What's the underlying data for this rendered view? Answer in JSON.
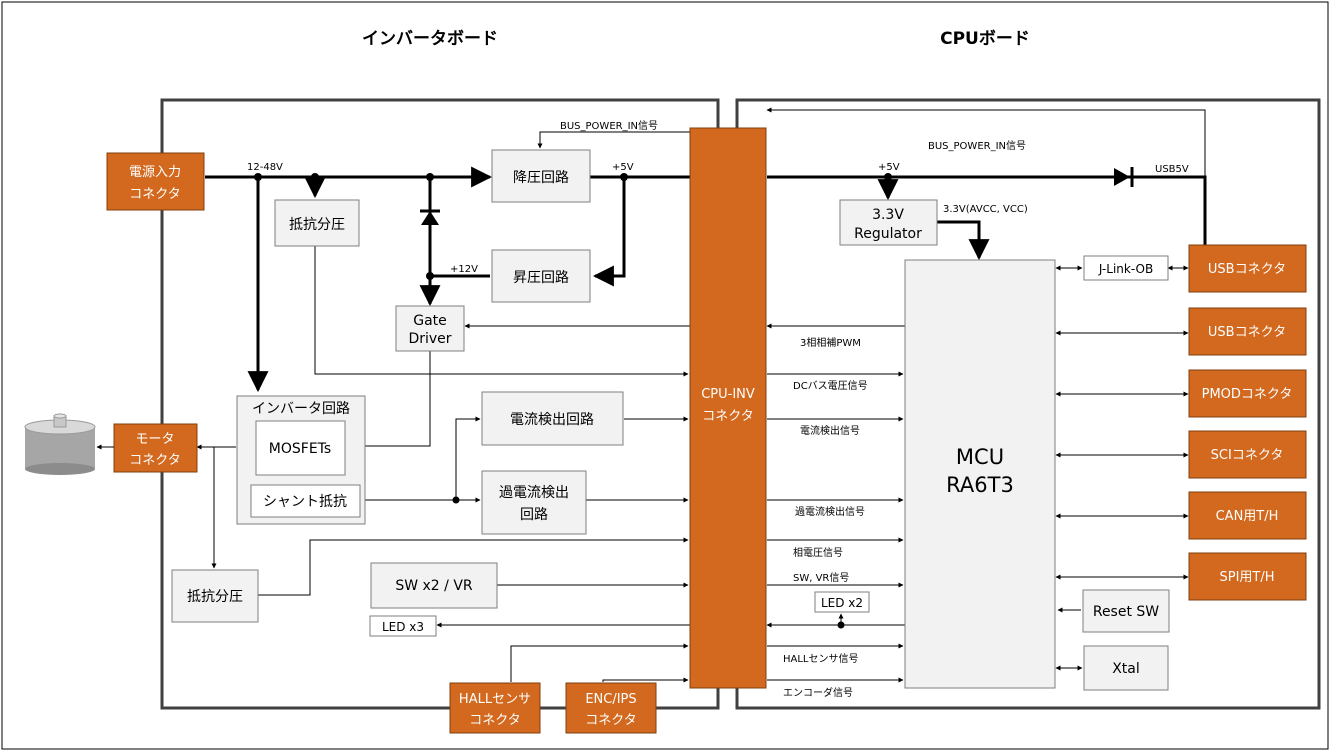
{
  "titles": {
    "inverter_board": "インバータボード",
    "cpu_board": "CPUボード"
  },
  "inverter": {
    "power_connector": [
      "電源入力",
      "コネクタ"
    ],
    "voltage_in": "12-48V",
    "divider_top": "抵抗分圧",
    "step_down": "降圧回路",
    "step_up": "昇圧回路",
    "plus5v": "+5V",
    "plus12v": "+12V",
    "gate_driver": [
      "Gate",
      "Driver"
    ],
    "bus_power_in": "BUS_POWER_IN信号",
    "inverter_circuit": "インバータ回路",
    "mosfets": "MOSFETs",
    "shunt": "シャント抵抗",
    "motor_connector": [
      "モータ",
      "コネクタ"
    ],
    "current_detect": "電流検出回路",
    "overcurrent_detect": [
      "過電流検出",
      "回路"
    ],
    "divider_bottom": "抵抗分圧",
    "sw_vr": "SW x2 / VR",
    "led_x3": "LED x3",
    "hall_connector": [
      "HALLセンサ",
      "コネクタ"
    ],
    "enc_connector": [
      "ENC/IPS",
      "コネクタ"
    ]
  },
  "cpu_inv_connector": [
    "CPU-INV",
    "コネクタ"
  ],
  "cpu": {
    "bus_power_in": "BUS_POWER_IN信号",
    "plus5v": "+5V",
    "usb5v": "USB5V",
    "regulator": [
      "3.3V",
      "Regulator"
    ],
    "vcc_label": "3.3V(AVCC, VCC)",
    "jlink": "J-Link-OB",
    "mcu": [
      "MCU",
      "RA6T3"
    ],
    "signals": [
      "3相相補PWM",
      "DCバス電圧信号",
      "電流検出信号",
      "過電流検出信号",
      "相電圧信号",
      "SW, VR信号",
      "HALLセンサ信号",
      "エンコーダ信号"
    ],
    "led_x2": "LED x2",
    "reset_sw": "Reset SW",
    "xtal": "Xtal",
    "connectors": [
      "USBコネクタ",
      "USBコネクタ",
      "PMODコネクタ",
      "SCIコネクタ",
      "CAN用T/H",
      "SPI用T/H"
    ]
  }
}
